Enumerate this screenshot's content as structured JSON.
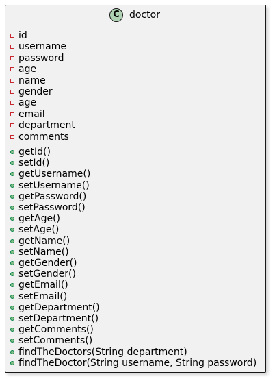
{
  "class": {
    "stereotype_letter": "C",
    "name": "doctor"
  },
  "attributes": [
    {
      "text": "id",
      "visibility": "private"
    },
    {
      "text": "username",
      "visibility": "private"
    },
    {
      "text": "password",
      "visibility": "private"
    },
    {
      "text": "age",
      "visibility": "private"
    },
    {
      "text": "name",
      "visibility": "private"
    },
    {
      "text": "gender",
      "visibility": "private"
    },
    {
      "text": "age",
      "visibility": "private"
    },
    {
      "text": "email",
      "visibility": "private"
    },
    {
      "text": "department",
      "visibility": "private"
    },
    {
      "text": "comments",
      "visibility": "private"
    }
  ],
  "methods": [
    {
      "text": "getId()",
      "visibility": "public"
    },
    {
      "text": "setId()",
      "visibility": "public"
    },
    {
      "text": "getUsername()",
      "visibility": "public"
    },
    {
      "text": "setUsername()",
      "visibility": "public"
    },
    {
      "text": "getPassword()",
      "visibility": "public"
    },
    {
      "text": "setPassword()",
      "visibility": "public"
    },
    {
      "text": "getAge()",
      "visibility": "public"
    },
    {
      "text": "setAge()",
      "visibility": "public"
    },
    {
      "text": "getName()",
      "visibility": "public"
    },
    {
      "text": "setName()",
      "visibility": "public"
    },
    {
      "text": "getGender()",
      "visibility": "public"
    },
    {
      "text": "setGender()",
      "visibility": "public"
    },
    {
      "text": "getEmail()",
      "visibility": "public"
    },
    {
      "text": "setEmail()",
      "visibility": "public"
    },
    {
      "text": "getDepartment()",
      "visibility": "public"
    },
    {
      "text": "setDepartment()",
      "visibility": "public"
    },
    {
      "text": "getComments()",
      "visibility": "public"
    },
    {
      "text": "setComments()",
      "visibility": "public"
    },
    {
      "text": "findTheDoctors(String department)",
      "visibility": "public"
    },
    {
      "text": "findTheDoctor(String username, String password)",
      "visibility": "public"
    }
  ],
  "colors": {
    "class_fill": "#f1f1f1",
    "border": "#181818",
    "stereotype_circle": "#add1b2",
    "private_marker": "#c82930",
    "public_marker_fill": "#84be84",
    "public_marker_border": "#038048"
  }
}
